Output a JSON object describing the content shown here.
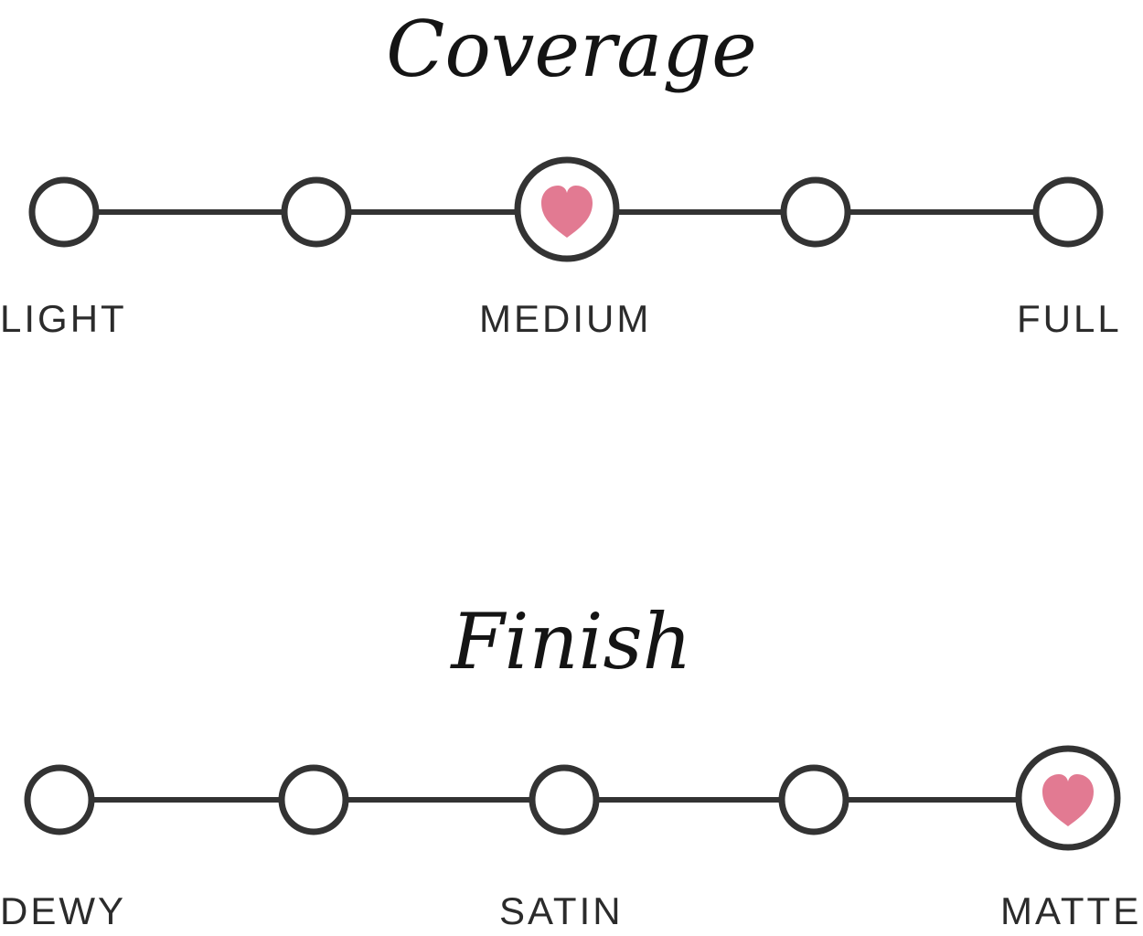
{
  "coverage": {
    "title": "Coverage",
    "labels": [
      "LIGHT",
      "MEDIUM",
      "FULL"
    ],
    "steps": 5,
    "selected_step": 3
  },
  "finish": {
    "title": "Finish",
    "labels": [
      "DEWY",
      "SATIN",
      "MATTE"
    ],
    "steps": 5,
    "selected_step": 5
  },
  "colors": {
    "line": "#333333",
    "heart": "#e27a92"
  },
  "icons": {
    "selected_marker": "heart-icon"
  }
}
